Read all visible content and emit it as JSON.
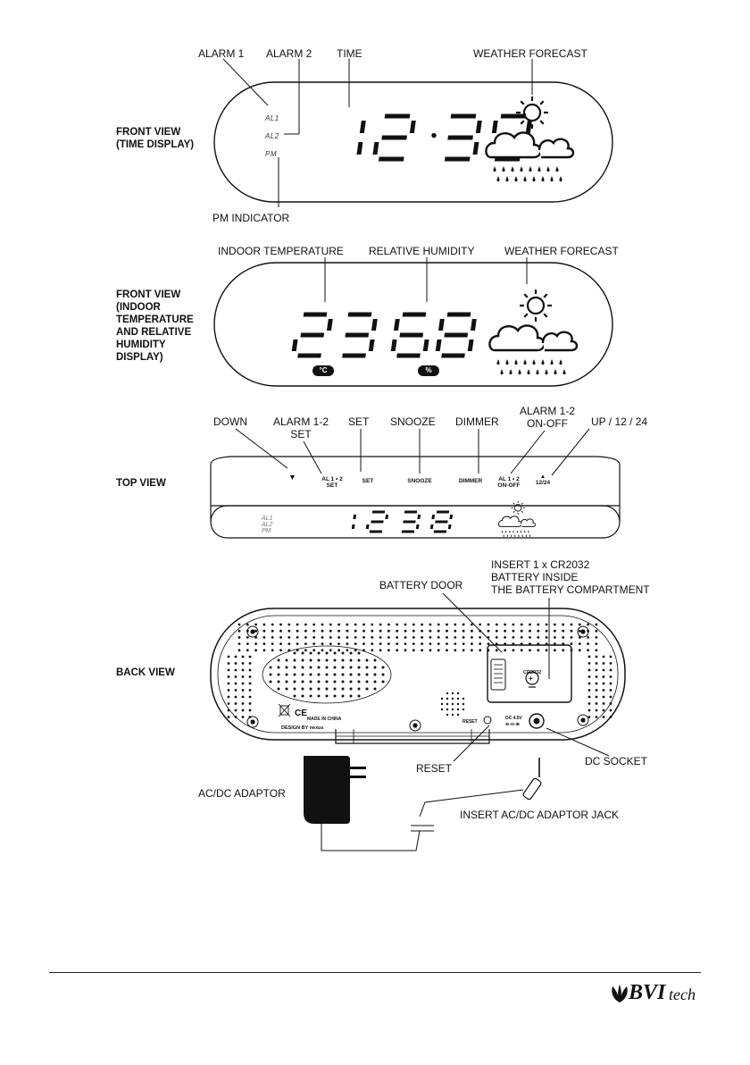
{
  "front_time": {
    "view_label": "FRONT VIEW\n(TIME DISPLAY)",
    "callouts": {
      "alarm1": "ALARM 1",
      "alarm2": "ALARM 2",
      "time": "TIME",
      "weather": "WEATHER FORECAST",
      "pm": "PM INDICATOR"
    },
    "indicators": [
      "AL1",
      "AL2",
      "PM"
    ],
    "time_digits": "12 : 38"
  },
  "front_temp": {
    "view_label": "FRONT VIEW\n(INDOOR\nTEMPERATURE\nAND RELATIVE\nHUMIDITY\nDISPLAY)",
    "callouts": {
      "indoor_temp": "INDOOR TEMPERATURE",
      "humidity": "RELATIVE HUMIDITY",
      "weather": "WEATHER FORECAST"
    },
    "temperature": "23",
    "humidity_value": "68",
    "temp_unit": "°C",
    "humidity_unit": "%"
  },
  "top_view": {
    "view_label": "TOP VIEW",
    "callouts": {
      "down": "DOWN",
      "alarm_set": "ALARM 1-2\nSET",
      "set": "SET",
      "snooze": "SNOOZE",
      "dimmer": "DIMMER",
      "alarm_onoff": "ALARM 1-2\nON-OFF",
      "up": "UP / 12 / 24"
    },
    "buttons": {
      "down": "▼",
      "alarm_set": "AL 1 • 2\nSET",
      "set": "SET",
      "snooze": "SNOOZE",
      "dimmer": "DIMMER",
      "alarm_onoff": "AL 1 • 2\nON-OFF",
      "up": "▲\n12/24"
    },
    "indicators": [
      "AL1",
      "AL2",
      "PM"
    ],
    "time_digits": "12 : 38"
  },
  "back_view": {
    "view_label": "BACK VIEW",
    "callouts": {
      "insert_battery": "INSERT 1 x CR2032\nBATTERY INSIDE\nTHE BATTERY COMPARTMENT",
      "battery_door": "BATTERY DOOR",
      "reset": "RESET",
      "dc_socket": "DC SOCKET",
      "adaptor": "AC/DC ADAPTOR",
      "insert_jack": "INSERT AC/DC ADAPTOR JACK"
    },
    "markings": {
      "battery_type": "CR2032",
      "made_in": "MADE IN CHINA",
      "design": "DESIGN BY nexus",
      "reset_label": "RESET",
      "dc_rating": "DC 4.5V\n⊖-⊙-⊕"
    }
  },
  "footer": {
    "brand_bold": "BVI",
    "brand_light": "tech"
  }
}
